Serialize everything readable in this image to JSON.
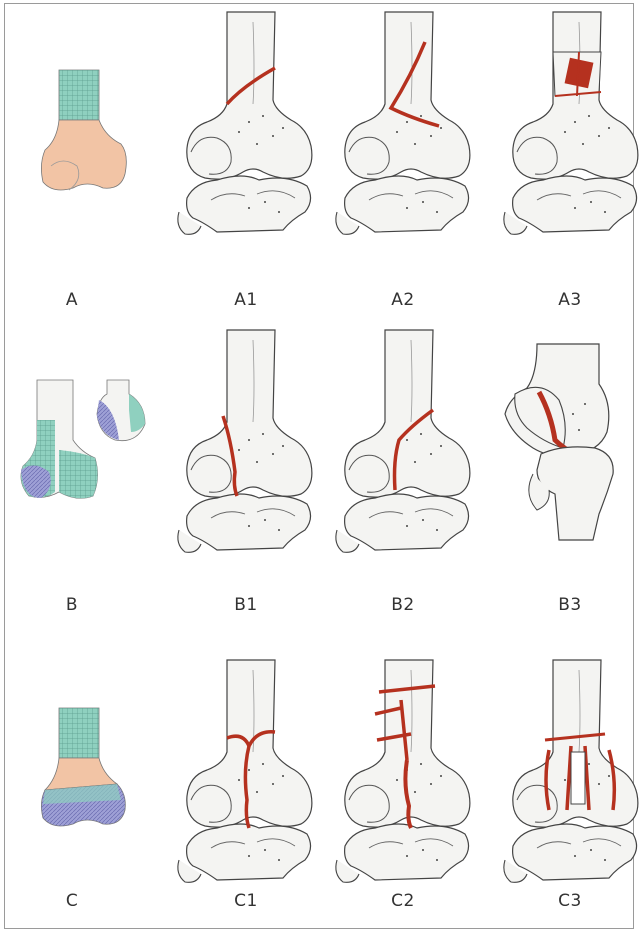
{
  "figure": {
    "rows": [
      {
        "row": "A",
        "labels": [
          "A",
          "A1",
          "A2",
          "A3"
        ]
      },
      {
        "row": "B",
        "labels": [
          "B",
          "B1",
          "B2",
          "B3"
        ]
      },
      {
        "row": "C",
        "labels": [
          "C",
          "C1",
          "C2",
          "C3"
        ]
      }
    ]
  },
  "colors": {
    "bone_fill": "#f4f4f2",
    "bone_outline": "#444444",
    "fracture": "#b5311f",
    "zone_diaphysis": "#8fd0bf",
    "zone_metaphysis": "#f2c4a5",
    "zone_epiphysis": "#9ea0d6"
  }
}
